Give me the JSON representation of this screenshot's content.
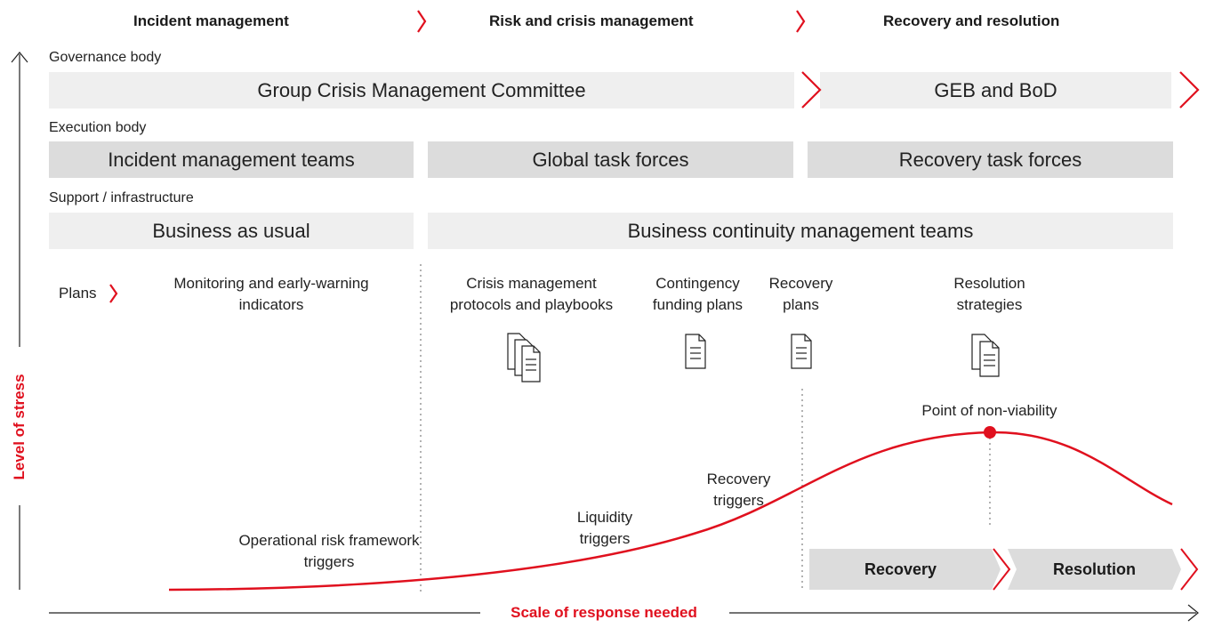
{
  "phases": [
    "Incident management",
    "Risk and crisis management",
    "Recovery and resolution"
  ],
  "governance": {
    "label": "Governance body",
    "bands": [
      "Group Crisis Management Committee",
      "GEB and BoD"
    ]
  },
  "execution": {
    "label": "Execution body",
    "bands": [
      "Incident management teams",
      "Global task forces",
      "Recovery task forces"
    ]
  },
  "support": {
    "label": "Support / infrastructure",
    "bands": [
      "Business as usual",
      "Business continuity management teams"
    ]
  },
  "plans": {
    "label": "Plans",
    "items": [
      {
        "text": "Monitoring and early-warning indicators",
        "icon": "none"
      },
      {
        "text": "Crisis management protocols and playbooks",
        "icon": "document-stack-icon"
      },
      {
        "text": "Contingency funding plans",
        "icon": "document-icon"
      },
      {
        "text": "Recovery plans",
        "icon": "document-icon"
      },
      {
        "text": "Resolution strategies",
        "icon": "document-double-icon"
      }
    ]
  },
  "triggers": [
    "Operational risk framework triggers",
    "Liquidity triggers",
    "Recovery triggers"
  ],
  "point_label": "Point of non-viability",
  "stages": [
    "Recovery",
    "Resolution"
  ],
  "axes": {
    "y": "Level of stress",
    "x": "Scale of response needed"
  },
  "colors": {
    "accent": "#e0101e",
    "band_light": "#efefef",
    "band_mid": "#dcdcdc"
  }
}
